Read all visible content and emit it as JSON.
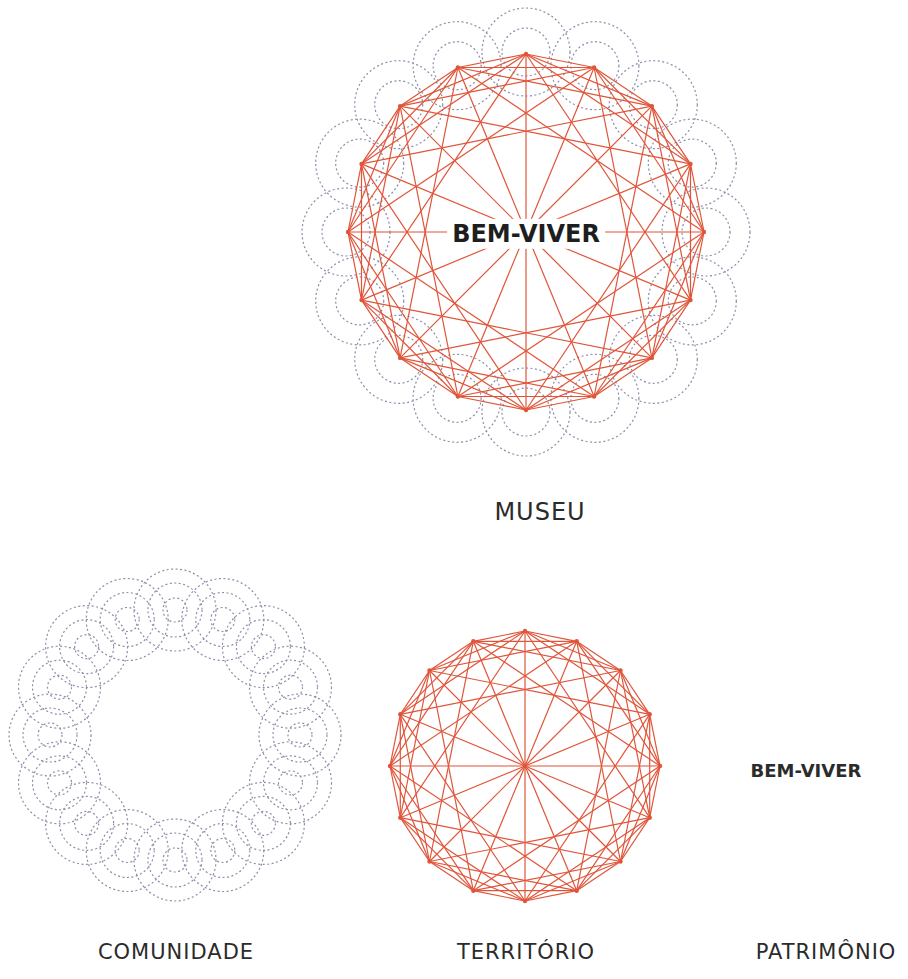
{
  "diagram": {
    "nodes": [
      {
        "text": [
          "BEM-VIVER",
          "MUSEU"
        ]
      }
    ],
    "labels": [
      "COMUNIDADE",
      "TERRITÓRIO",
      "BEM-VIVER",
      "PATRIMÔNIO"
    ]
  }
}
